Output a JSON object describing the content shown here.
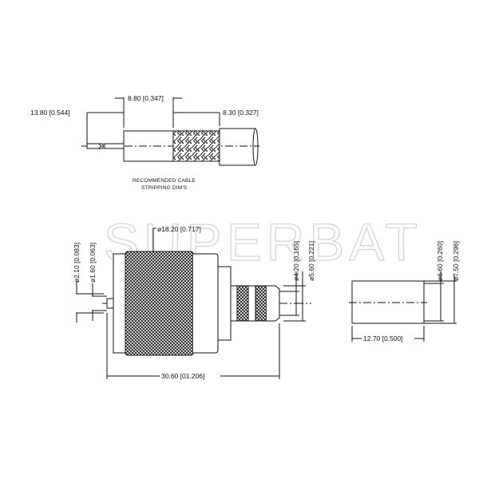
{
  "watermark": "SUPERBAT",
  "stripping": {
    "note_line1": "RECOMMENDED CABLE",
    "note_line2": "STRIPPING DIM'S",
    "dim_total": "13.80 [0.544]",
    "dim_dielectric": "8.80 [0.347]",
    "dim_braid": "8.30 [0.327]"
  },
  "connector": {
    "dim_body_dia": "ø18.20 [0.717]",
    "dim_pin_outer": "ø2.10 [0.083]",
    "dim_pin_inner": "ø1.60 [0.063]",
    "dim_crimp_inner": "ø4.20 [0.165]",
    "dim_crimp_outer": "ø5.60 [0.221]",
    "dim_length": "30.60 [01.206]"
  },
  "ferrule": {
    "dim_inner_dia": "ø6.60 [0.260]",
    "dim_outer_dia": "ø7.50 [0.296]",
    "dim_length": "12.70 [0.500]"
  },
  "colors": {
    "line": "#111111",
    "watermark": "#d4d4d4",
    "background": "#ffffff"
  }
}
